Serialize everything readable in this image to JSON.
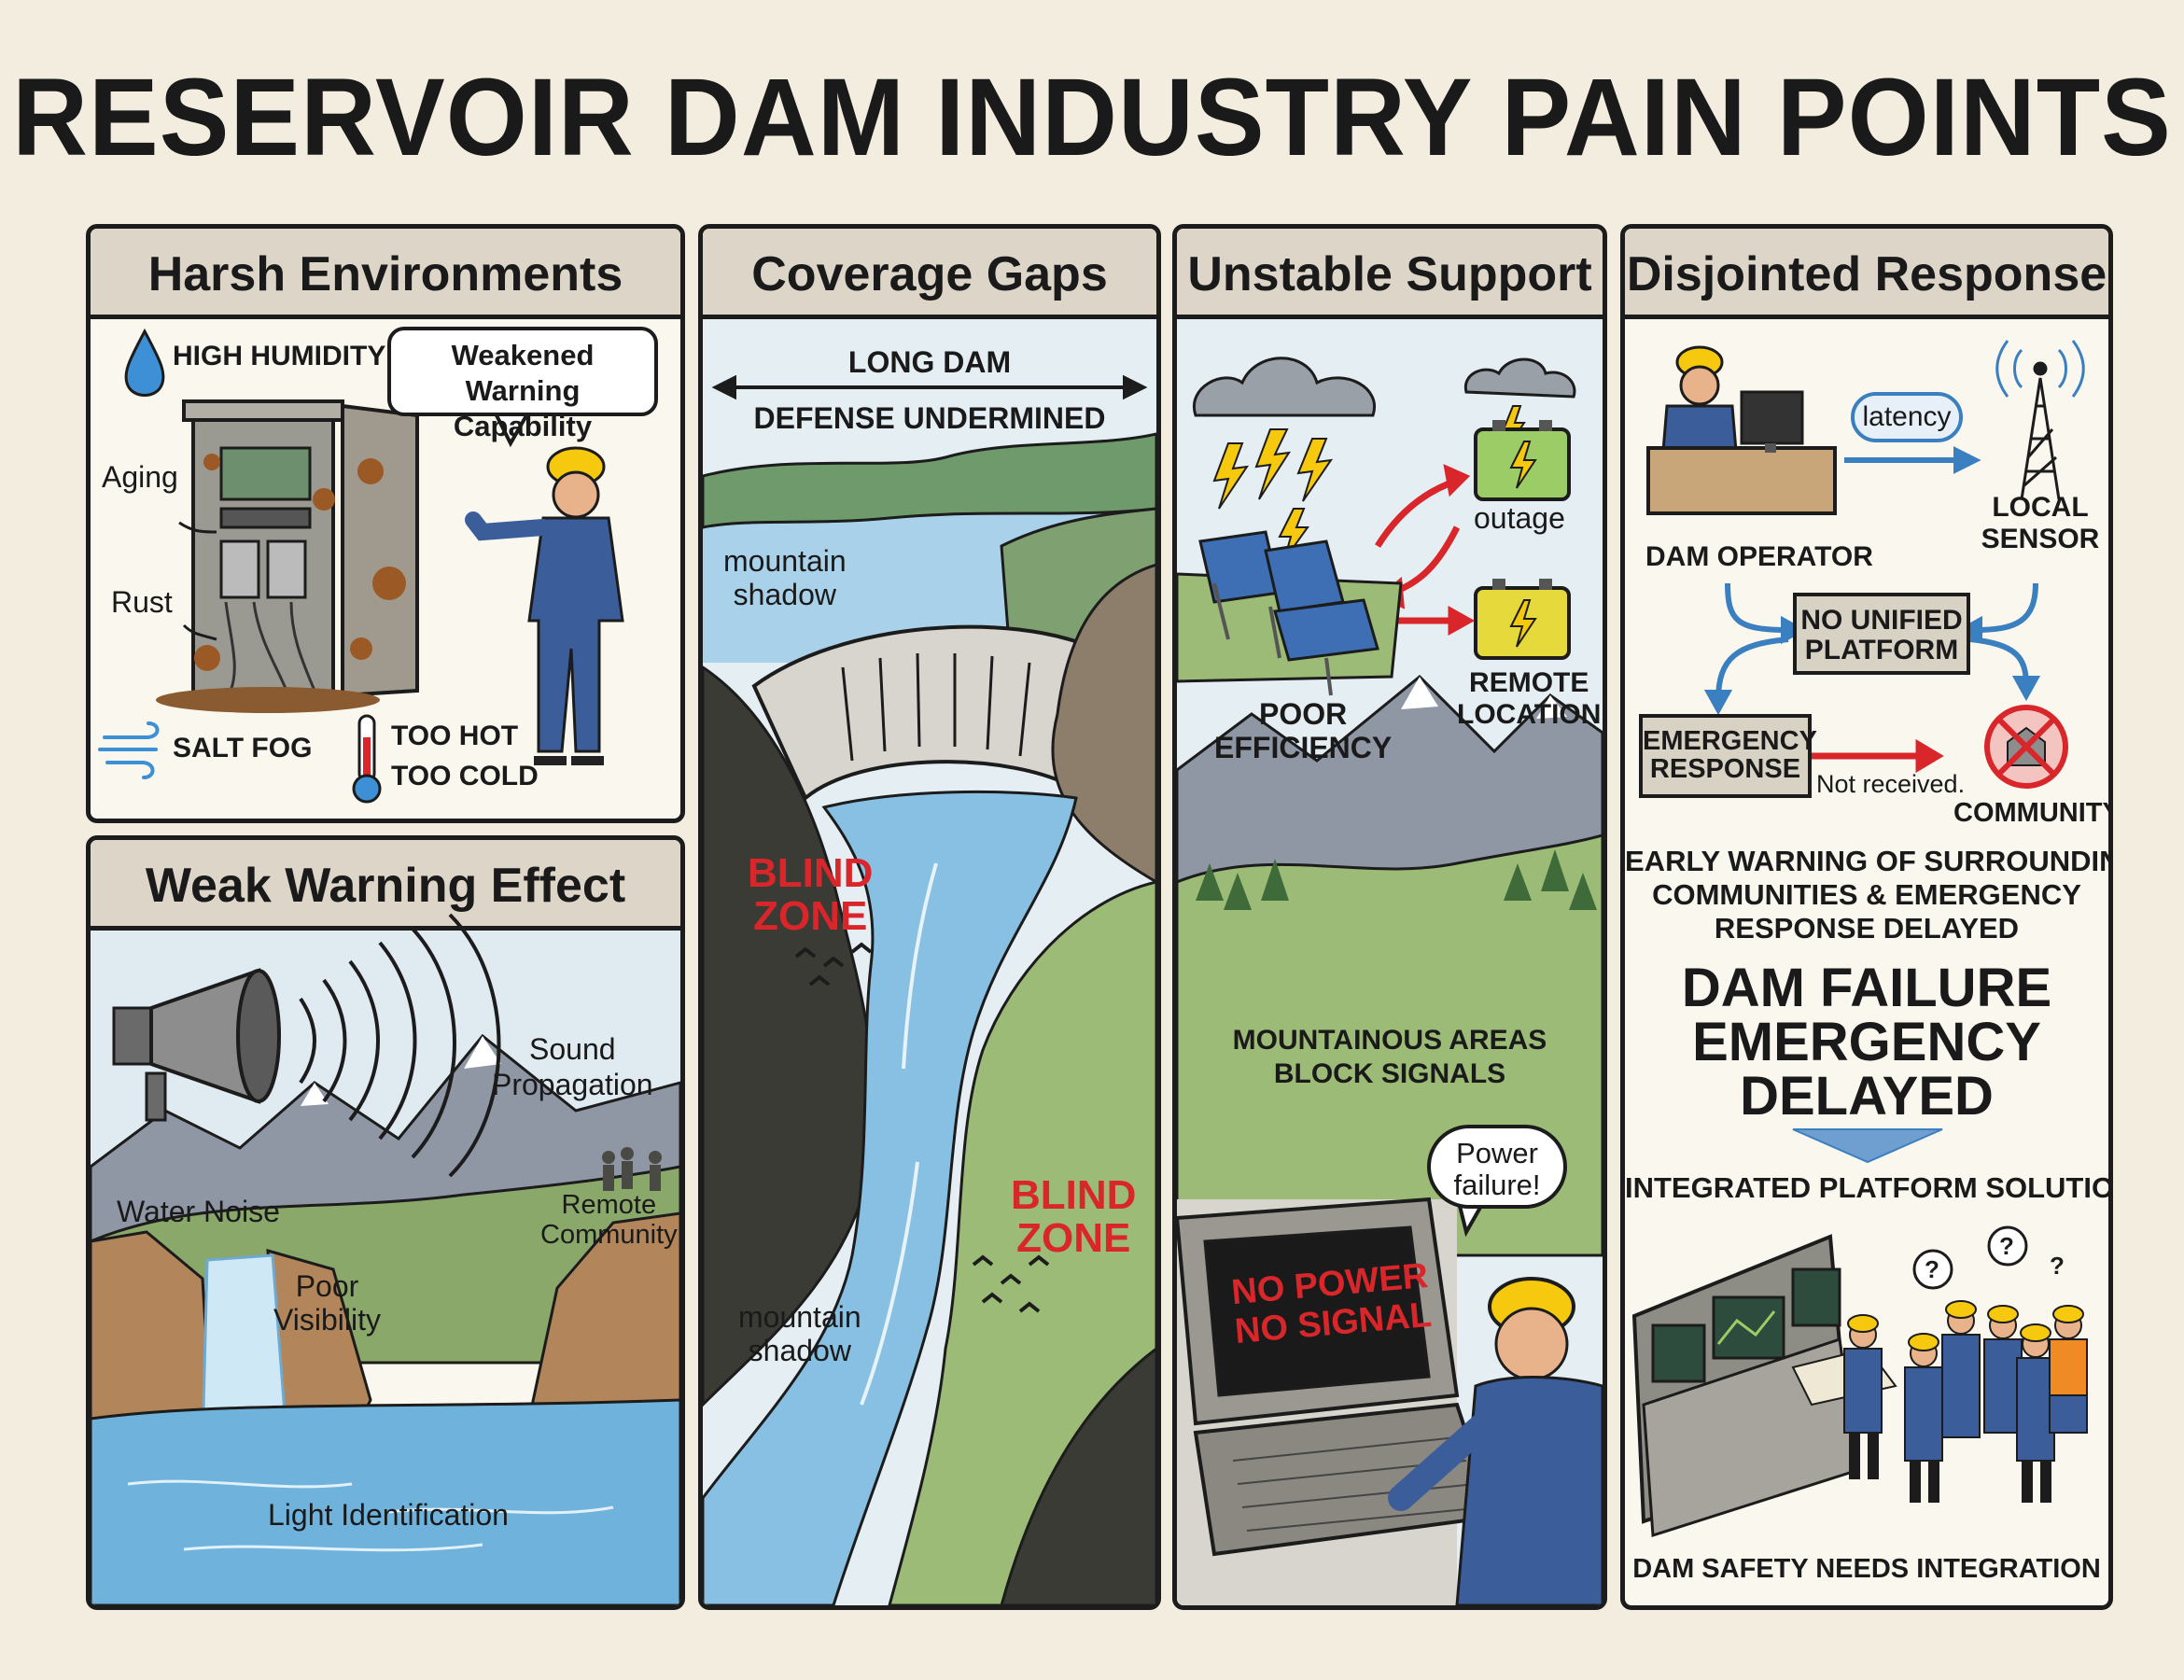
{
  "title": "RESERVOIR DAM INDUSTRY PAIN POINTS",
  "panels": {
    "harsh": {
      "heading": "Harsh Environments",
      "humidity": "HIGH HUMIDITY",
      "bubble_line1": "Weakened Warning",
      "bubble_line2": "Capability",
      "aging": "Aging",
      "rust": "Rust",
      "salt_fog": "SALT FOG",
      "too_hot": "TOO HOT",
      "too_cold": "TOO COLD"
    },
    "weak": {
      "heading": "Weak Warning Effect",
      "sound1": "Sound",
      "sound2": "Propagation",
      "water_noise": "Water Noise",
      "remote1": "Remote",
      "remote2": "Community",
      "poor1": "Poor",
      "poor2": "Visibility",
      "light": "Light Identification"
    },
    "coverage": {
      "heading": "Coverage Gaps",
      "long_dam": "LONG DAM",
      "defense": "DEFENSE UNDERMINED",
      "shadow1a": "mountain",
      "shadow1b": "shadow",
      "blind1a": "BLIND",
      "blind1b": "ZONE",
      "blind2a": "BLIND",
      "blind2b": "ZONE",
      "shadow2a": "mountain",
      "shadow2b": "shadow"
    },
    "unstable": {
      "heading": "Unstable Support",
      "outage": "outage",
      "poor_eff1": "POOR",
      "poor_eff2": "EFFICIENCY",
      "remote_loc1": "REMOTE",
      "remote_loc2": "LOCATION",
      "mount1": "MOUNTAINOUS AREAS",
      "mount2": "BLOCK SIGNALS",
      "power1": "Power",
      "power2": "failure!",
      "screen1": "NO POWER",
      "screen2": "NO SIGNAL"
    },
    "disjointed": {
      "heading": "Disjointed Response",
      "latency": "latency",
      "local1": "LOCAL",
      "local2": "SENSOR",
      "operator": "DAM OPERATOR",
      "unified1": "NO UNIFIED",
      "unified2": "PLATFORM",
      "emergency1": "EMERGENCY",
      "emergency2": "RESPONSE",
      "not_received": "Not received.",
      "community": "COMMUNITY",
      "early1": "EARLY WARNING OF SURROUNDING",
      "early2": "COMMUNITIES & EMERGENCY",
      "early3": "RESPONSE DELAYED",
      "big1": "DAM FAILURE",
      "big2": "EMERGENCY",
      "big3": "DELAYED",
      "integrated": "INTEGRATED PLATFORM SOLUTIONS",
      "safety": "DAM SAFETY NEEDS INTEGRATION"
    }
  },
  "colors": {
    "background": "#f3eddf",
    "panel_header": "#ddd6c8",
    "warning_red": "#d8262a",
    "water_blue": "#8ec3e2",
    "arrow_blue": "#3a7fc0",
    "helmet_yellow": "#f6c90e"
  }
}
